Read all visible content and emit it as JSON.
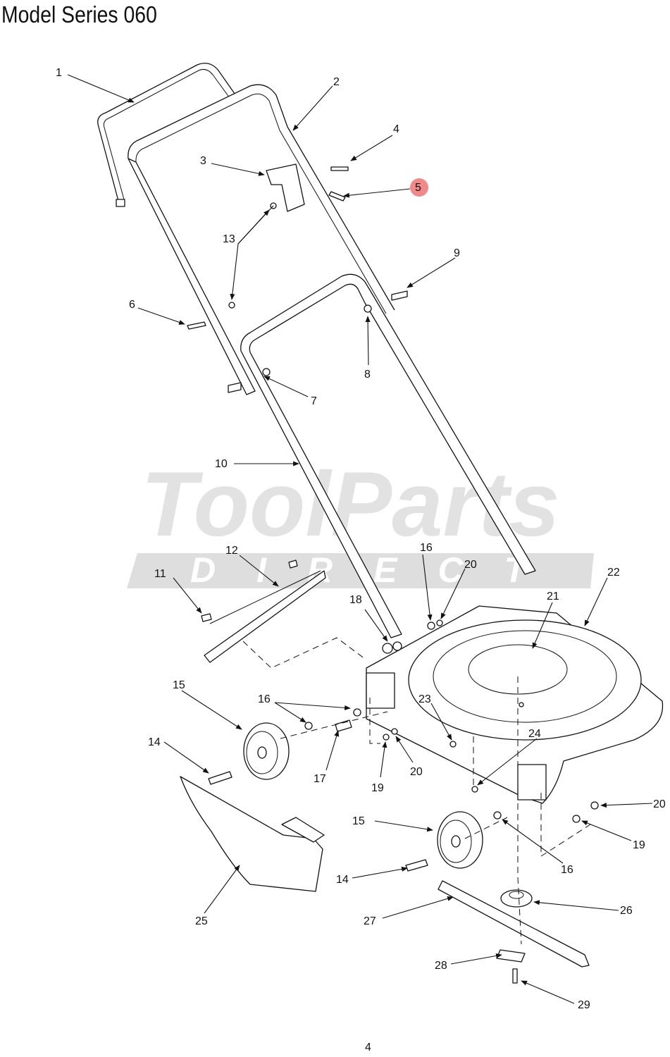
{
  "title": "Model Series 060",
  "page_number": "4",
  "watermark": {
    "line1": "ToolParts",
    "line2": "DIRECT"
  },
  "highlight_color": "#f08a8a",
  "callouts": [
    {
      "id": "c1",
      "text": "1"
    },
    {
      "id": "c2",
      "text": "2"
    },
    {
      "id": "c3",
      "text": "3"
    },
    {
      "id": "c4",
      "text": "4"
    },
    {
      "id": "c5",
      "text": "5"
    },
    {
      "id": "c6",
      "text": "6"
    },
    {
      "id": "c7",
      "text": "7"
    },
    {
      "id": "c8",
      "text": "8"
    },
    {
      "id": "c9",
      "text": "9"
    },
    {
      "id": "c10",
      "text": "10"
    },
    {
      "id": "c11",
      "text": "11"
    },
    {
      "id": "c12",
      "text": "12"
    },
    {
      "id": "c13",
      "text": "13"
    },
    {
      "id": "c14a",
      "text": "14"
    },
    {
      "id": "c14b",
      "text": "14"
    },
    {
      "id": "c15a",
      "text": "15"
    },
    {
      "id": "c15b",
      "text": "15"
    },
    {
      "id": "c16a",
      "text": "16"
    },
    {
      "id": "c16b",
      "text": "16"
    },
    {
      "id": "c16c",
      "text": "16"
    },
    {
      "id": "c17",
      "text": "17"
    },
    {
      "id": "c18",
      "text": "18"
    },
    {
      "id": "c19a",
      "text": "19"
    },
    {
      "id": "c19b",
      "text": "19"
    },
    {
      "id": "c20a",
      "text": "20"
    },
    {
      "id": "c20b",
      "text": "20"
    },
    {
      "id": "c20c",
      "text": "20"
    },
    {
      "id": "c21",
      "text": "21"
    },
    {
      "id": "c22",
      "text": "22"
    },
    {
      "id": "c23",
      "text": "23"
    },
    {
      "id": "c24",
      "text": "24"
    },
    {
      "id": "c25",
      "text": "25"
    },
    {
      "id": "c26",
      "text": "26"
    },
    {
      "id": "c27",
      "text": "27"
    },
    {
      "id": "c28",
      "text": "28"
    },
    {
      "id": "c29",
      "text": "29"
    }
  ]
}
